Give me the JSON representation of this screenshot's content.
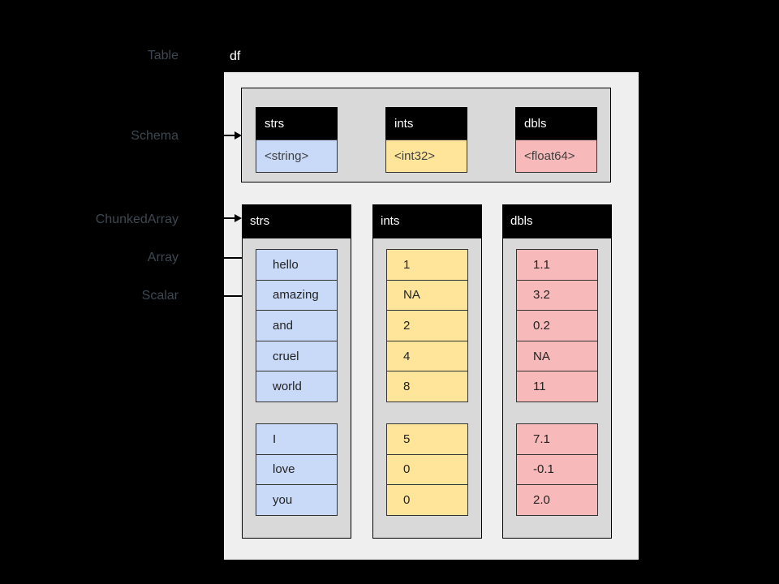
{
  "colors": {
    "background": "#000000",
    "table_box_bg": "#efefef",
    "panel_bg": "#d9d9d9",
    "header_bg": "#000000",
    "header_text": "#ffffff",
    "label_text": "#3d4852",
    "string_color": "#c9daf8",
    "int_color": "#ffe599",
    "double_color": "#f7b9b9",
    "arrow_color": "#000000"
  },
  "labels": {
    "table": "Table",
    "schema": "Schema",
    "chunked_array": "ChunkedArray",
    "array": "Array",
    "scalar": "Scalar"
  },
  "table": {
    "name": "df"
  },
  "schema": {
    "fields": [
      {
        "name": "strs",
        "type": "<string>"
      },
      {
        "name": "ints",
        "type": "<int32>"
      },
      {
        "name": "dbls",
        "type": "<float64>"
      }
    ]
  },
  "columns": [
    {
      "name": "strs",
      "chunks": [
        [
          "hello",
          "amazing",
          "and",
          "cruel",
          "world"
        ],
        [
          "I",
          "love",
          "you"
        ]
      ]
    },
    {
      "name": "ints",
      "chunks": [
        [
          "1",
          "NA",
          "2",
          "4",
          "8"
        ],
        [
          "5",
          "0",
          "0"
        ]
      ]
    },
    {
      "name": "dbls",
      "chunks": [
        [
          "1.1",
          "3.2",
          "0.2",
          "NA",
          "11"
        ],
        [
          "7.1",
          "-0.1",
          "2.0"
        ]
      ]
    }
  ]
}
